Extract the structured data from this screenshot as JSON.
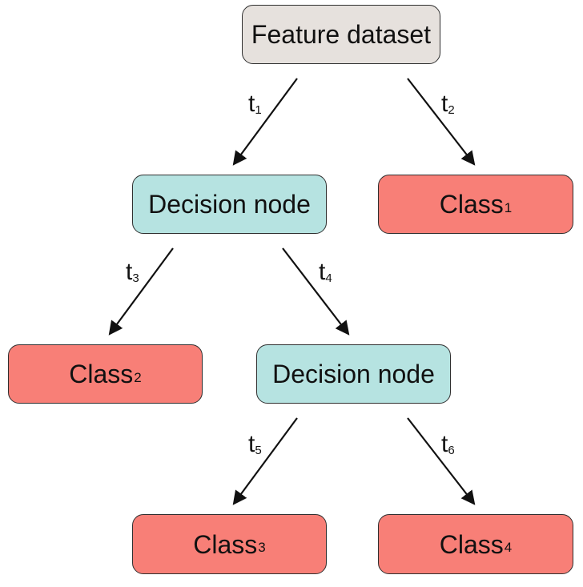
{
  "nodes": {
    "root": {
      "text": "Feature dataset"
    },
    "decision_1": {
      "text": "Decision node"
    },
    "class_1": {
      "text": "Class",
      "sub": "1"
    },
    "class_2": {
      "text": "Class",
      "sub": "2"
    },
    "decision_2": {
      "text": "Decision node"
    },
    "class_3": {
      "text": "Class",
      "sub": "3"
    },
    "class_4": {
      "text": "Class",
      "sub": "4"
    }
  },
  "edges": [
    {
      "label": "t",
      "sub": "1"
    },
    {
      "label": "t",
      "sub": "2"
    },
    {
      "label": "t",
      "sub": "3"
    },
    {
      "label": "t",
      "sub": "4"
    },
    {
      "label": "t",
      "sub": "5"
    },
    {
      "label": "t",
      "sub": "6"
    }
  ],
  "colors": {
    "root_fill": "#e6e1dd",
    "decision_fill": "#b6e3e1",
    "class_fill": "#f87f77",
    "stroke": "#2f2f2f"
  }
}
